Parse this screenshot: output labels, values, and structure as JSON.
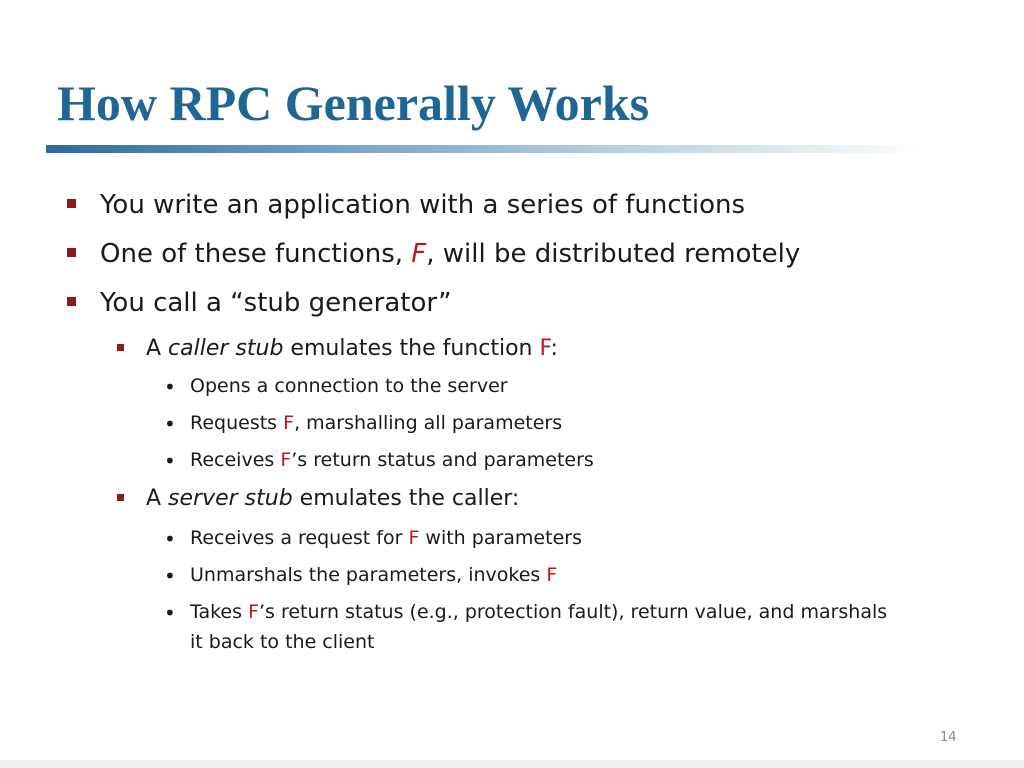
{
  "slide": {
    "title": "How RPC Generally Works",
    "page_number": "14",
    "accent_color": "#1f6694",
    "highlight_color": "#c0171d",
    "bullet_color": "#8b1a1a"
  },
  "bullets": {
    "b1": "You write an application with a series of functions",
    "b2_a": "One of these functions, ",
    "b2_f": "F",
    "b2_b": ", will be distributed remotely",
    "b3": "You call a “stub generator”",
    "b3_1_a": "A ",
    "b3_1_em": "caller stub",
    "b3_1_b": " emulates the function ",
    "b3_1_f": "F",
    "b3_1_c": ":",
    "b3_1_1": "Opens a connection to the server",
    "b3_1_2_a": "Requests ",
    "b3_1_2_f": "F",
    "b3_1_2_b": ", marshalling all parameters",
    "b3_1_3_a": "Receives ",
    "b3_1_3_f": "F",
    "b3_1_3_b": "’s return status and parameters",
    "b3_2_a": "A ",
    "b3_2_em": "server stub",
    "b3_2_b": " emulates the caller:",
    "b3_2_1_a": "Receives a request for ",
    "b3_2_1_f": "F",
    "b3_2_1_b": " with parameters",
    "b3_2_2_a": "Unmarshals the parameters, invokes ",
    "b3_2_2_f": "F",
    "b3_2_3_a": "Takes ",
    "b3_2_3_f": "F",
    "b3_2_3_b": "’s return status (e.g., protection fault), return value, and marshals",
    "b3_2_3_c": "it back to the client"
  }
}
